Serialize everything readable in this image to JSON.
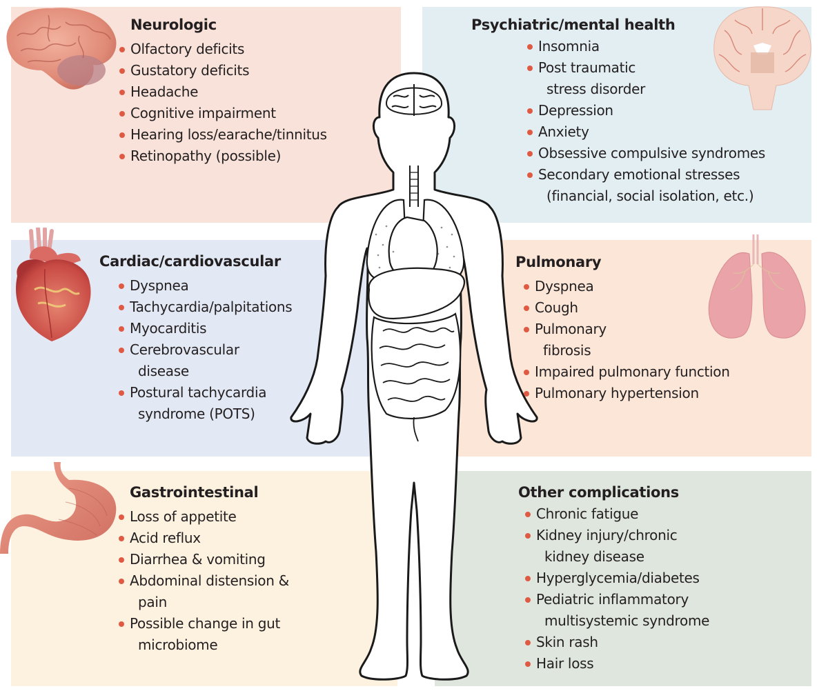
{
  "colors": {
    "neurologic_bg": "#f9e2d9",
    "psychiatric_bg": "#e2eef2",
    "cardiac_bg": "#e3e9f4",
    "pulmonary_bg": "#fbe6d8",
    "gastrointestinal_bg": "#fdf1e0",
    "other_bg": "#dfe6de",
    "bullet": "#e05a43",
    "text": "#231f20"
  },
  "sections": {
    "neurologic": {
      "title": "Neurologic",
      "icon": "brain-side-view-icon",
      "items": [
        "Olfactory deficits",
        "Gustatory deficits",
        "Headache",
        "Cognitive impairment",
        "Hearing loss/earache/tinnitus",
        "Retinopathy (possible)"
      ]
    },
    "psychiatric": {
      "title": "Psychiatric/mental health",
      "icon": "brain-coronal-section-icon",
      "items": [
        "Insomnia",
        "Post traumatic\nstress disorder",
        "Depression",
        "Anxiety",
        "Obsessive compulsive syndromes",
        "Secondary emotional stresses\n(financial, social isolation, etc.)"
      ]
    },
    "cardiac": {
      "title": "Cardiac/cardiovascular",
      "icon": "heart-icon",
      "items": [
        "Dyspnea",
        "Tachycardia/palpitations",
        "Myocarditis",
        "Cerebrovascular\ndisease",
        "Postural tachycardia\nsyndrome (POTS)"
      ]
    },
    "pulmonary": {
      "title": "Pulmonary",
      "icon": "lungs-icon",
      "items": [
        "Dyspnea",
        "Cough",
        "Pulmonary\nfibrosis",
        "Impaired pulmonary function",
        "Pulmonary hypertension"
      ]
    },
    "gastrointestinal": {
      "title": "Gastrointestinal",
      "icon": "stomach-icon",
      "items": [
        "Loss of appetite",
        "Acid reflux",
        "Diarrhea & vomiting",
        "Abdominal distension &\npain",
        "Possible change in gut\nmicrobiome"
      ]
    },
    "other": {
      "title": "Other complications",
      "items": [
        "Chronic fatigue",
        "Kidney injury/chronic\nkidney disease",
        "Hyperglycemia/diabetes",
        "Pediatric inflammatory\nmultisystemic syndrome",
        "Skin rash",
        "Hair loss"
      ]
    }
  },
  "center_figure": {
    "icon": "human-body-anatomy-icon"
  }
}
